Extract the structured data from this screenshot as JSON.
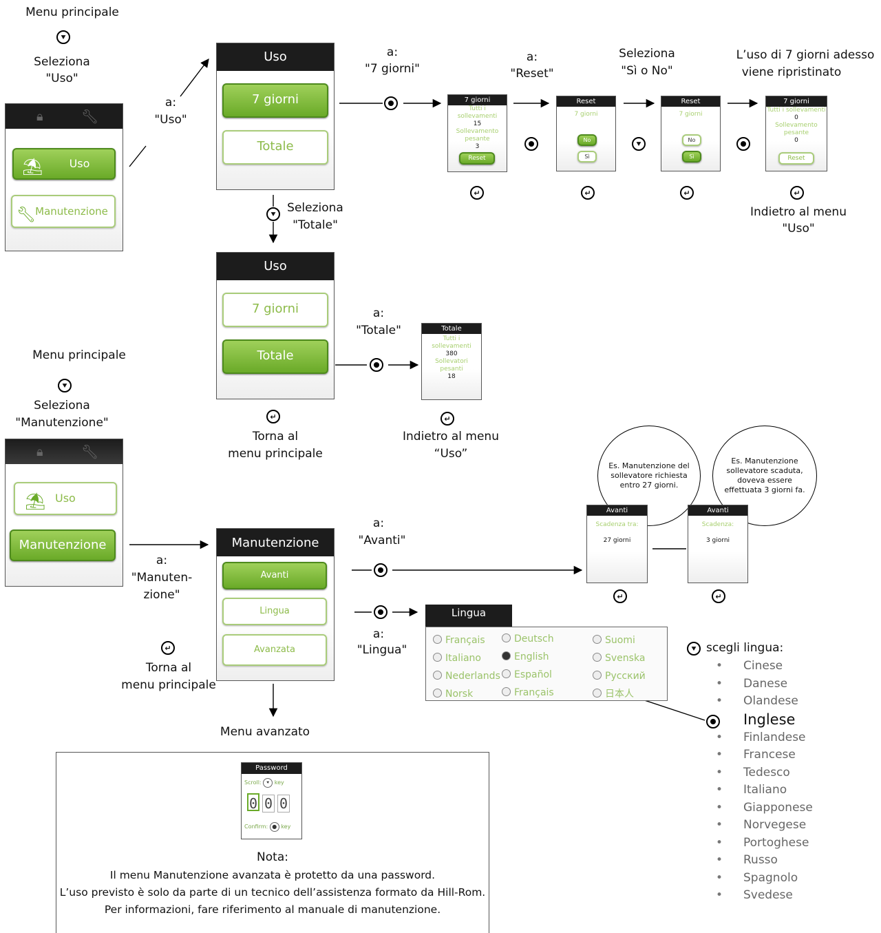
{
  "top": {
    "main_menu": "Menu principale",
    "select_uso_1": "Seleziona",
    "select_uso_2": "\"Uso\"",
    "to_uso_a": "a:",
    "to_uso_b": "\"Uso\"",
    "to_7_a": "a:",
    "to_7_b": "\"7 giorni\"",
    "to_reset_a": "a:",
    "to_reset_b": "\"Reset\"",
    "select_sino_1": "Seleziona",
    "select_sino_2": "\"Sì o No\"",
    "restored_1": "L’uso di 7 giorni adesso",
    "restored_2": "viene ripristinato",
    "back_uso_1": "Indietro al menu",
    "back_uso_2": "\"Uso\"",
    "select_totale_1": "Seleziona",
    "select_totale_2": "\"Totale\"",
    "to_totale_a": "a:",
    "to_totale_b": "\"Totale\"",
    "back_main_1": "Torna al",
    "back_main_2": "menu principale",
    "back_uso2_1": "Indietro al menu",
    "back_uso2_2": "“Uso”"
  },
  "main_screen1": {
    "uso": "Uso",
    "manutenzione": "Manutenzione"
  },
  "uso_screen": {
    "title": "Uso",
    "btn7": "7 giorni",
    "btn_tot": "Totale"
  },
  "uso_screen2": {
    "title": "Uso",
    "btn7": "7 giorni",
    "btn_tot": "Totale"
  },
  "s7": {
    "title": "7 giorni",
    "l1": "Tutti i sollevamenti",
    "v1": "15",
    "l2a": "Sollevamento",
    "l2b": "pesante",
    "v2": "3",
    "btn": "Reset"
  },
  "sreset1": {
    "title": "Reset",
    "sub": "7 giorni",
    "no": "No",
    "si": "Sì"
  },
  "sreset2": {
    "title": "Reset",
    "sub": "7 giorni",
    "no": "No",
    "si": "Sì"
  },
  "s7b": {
    "title": "7 giorni",
    "l1": "Tutti i sollevamenti",
    "v1": "0",
    "l2a": "Sollevamento",
    "l2b": "pesante",
    "v2": "0",
    "btn": "Reset"
  },
  "stot": {
    "title": "Totale",
    "l1a": "Tutti i",
    "l1b": "sollevamenti",
    "v1": "380",
    "l2a": "Sollevatori",
    "l2b": "pesanti",
    "v2": "18"
  },
  "mid": {
    "main_menu": "Menu principale",
    "select_man_1": "Seleziona",
    "select_man_2": "\"Manutenzione\"",
    "to_man_a": "a:",
    "to_man_b": "\"Manuten-",
    "to_man_c": "zione\"",
    "back_main_1": "Torna al",
    "back_main_2": "menu principale",
    "advanced": "Menu avanzato",
    "to_avanti_a": "a:",
    "to_avanti_b": "\"Avanti\"",
    "to_lingua_a": "a:",
    "to_lingua_b": "\"Lingua\""
  },
  "main_screen2": {
    "uso": "Uso",
    "manutenzione": "Manutenzione"
  },
  "man_screen": {
    "title": "Manutenzione",
    "avanti": "Avanti",
    "lingua": "Lingua",
    "avanzata": "Avanzata"
  },
  "bubble1": "Es. Manutenzione del sollevatore richiesta entro 27 giorni.",
  "bubble2": "Es. Manutenzione sollevatore scaduta, doveva essere effettuata 3 giorni fa.",
  "avanti1": {
    "title": "Avanti",
    "label": "Scadenza tra:",
    "value": "27 giorni"
  },
  "avanti2": {
    "title": "Avanti",
    "label": "Scadenza:",
    "value": "3 giorni"
  },
  "lingua_screen": {
    "title": "Lingua",
    "col1": [
      "Français",
      "Italiano",
      "Nederlands",
      "Norsk"
    ],
    "col2": [
      "Deutsch",
      "English",
      "Español",
      "Français"
    ],
    "col3": [
      "Suomi",
      "Svenska",
      "Русский",
      "日本人"
    ]
  },
  "lang_choice": {
    "header": "scegli lingua:",
    "items": [
      "Cinese",
      "Danese",
      "Olandese",
      "Inglese",
      "Finlandese",
      "Francese",
      "Tedesco",
      "Italiano",
      "Giapponese",
      "Norvegese",
      "Portoghese",
      "Russo",
      "Spagnolo",
      "Svedese"
    ]
  },
  "password": {
    "title": "Password",
    "scroll": "Scroll:",
    "key": "key",
    "digits": [
      "0",
      "0",
      "0"
    ],
    "confirm": "Confirm:"
  },
  "note": {
    "title": "Nota:",
    "l1": "Il menu Manutenzione avanzata è protetto da una password.",
    "l2": "L’uso previsto è solo da parte di un tecnico dell’assistenza formato da Hill-Rom.",
    "l3": "Per informazioni, fare riferimento al manuale di manutenzione."
  }
}
